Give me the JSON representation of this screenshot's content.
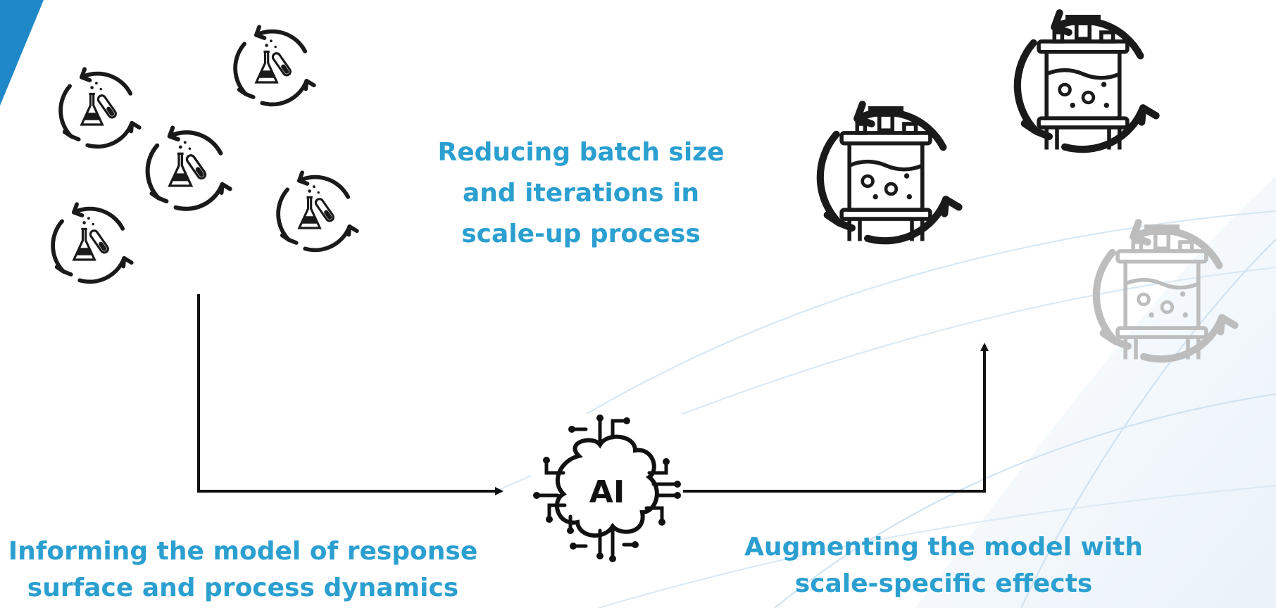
{
  "captions": {
    "center": [
      "Reducing batch size",
      "and iterations in",
      "scale-up process"
    ],
    "left": [
      "Informing the model of response",
      "surface and process dynamics"
    ],
    "right": [
      "Augmenting the model with",
      "scale-specific effects"
    ]
  },
  "ai_chip": {
    "label": "AI"
  },
  "colors": {
    "caption": "#2a9fd0",
    "corner_accent": "#1e88c8",
    "line": "#111111",
    "faded_icon": "#bdbdbd"
  },
  "icons": {
    "small_scale": "flask-cycle-icon",
    "large_scale": "reactor-cycle-icon",
    "model": "ai-brain-icon"
  }
}
